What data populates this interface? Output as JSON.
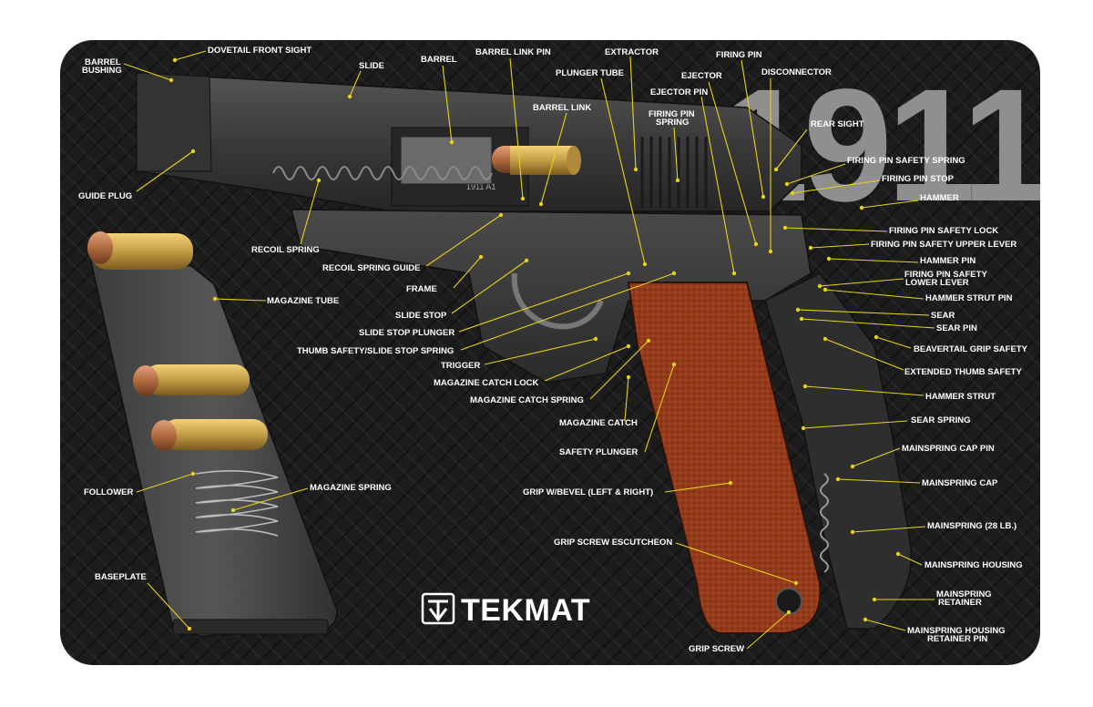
{
  "title": "1911",
  "brand": "TEKMAT",
  "labels": {
    "dovetail_front_sight": "DOVETAIL FRONT SIGHT",
    "barrel_bushing_1": "BARREL",
    "barrel_bushing_2": "BUSHING",
    "slide": "SLIDE",
    "barrel": "BARREL",
    "barrel_link_pin": "BARREL LINK PIN",
    "extractor": "EXTRACTOR",
    "firing_pin": "FIRING PIN",
    "plunger_tube": "PLUNGER TUBE",
    "ejector": "EJECTOR",
    "disconnector": "DISCONNECTOR",
    "ejector_pin": "EJECTOR PIN",
    "barrel_link": "BARREL LINK",
    "firing_pin_spring_1": "FIRING PIN",
    "firing_pin_spring_2": "SPRING",
    "rear_sight": "REAR SIGHT",
    "firing_pin_safety_spring": "FIRING PIN SAFETY SPRING",
    "firing_pin_stop": "FIRING PIN STOP",
    "hammer": "HAMMER",
    "guide_plug": "GUIDE PLUG",
    "firing_pin_safety_lock": "FIRING PIN SAFETY LOCK",
    "firing_pin_safety_upper_lever": "FIRING PIN SAFETY UPPER LEVER",
    "recoil_spring": "RECOIL SPRING",
    "hammer_pin": "HAMMER PIN",
    "recoil_spring_guide": "RECOIL SPRING GUIDE",
    "firing_pin_safety_lower_lever_1": "FIRING PIN SAFETY",
    "firing_pin_safety_lower_lever_2": "LOWER LEVER",
    "frame": "FRAME",
    "magazine_tube": "MAGAZINE TUBE",
    "hammer_strut_pin": "HAMMER STRUT PIN",
    "slide_stop": "SLIDE STOP",
    "sear": "SEAR",
    "slide_stop_plunger": "SLIDE STOP PLUNGER",
    "sear_pin": "SEAR PIN",
    "thumb_safety_slide_stop_spring": "THUMB SAFETY/SLIDE STOP SPRING",
    "beavertail_grip_safety": "BEAVERTAIL GRIP SAFETY",
    "trigger": "TRIGGER",
    "extended_thumb_safety": "EXTENDED THUMB SAFETY",
    "magazine_catch_lock": "MAGAZINE CATCH LOCK",
    "magazine_catch_spring": "MAGAZINE CATCH SPRING",
    "hammer_strut": "HAMMER STRUT",
    "magazine_catch": "MAGAZINE CATCH",
    "sear_spring": "SEAR SPRING",
    "safety_plunger": "SAFETY PLUNGER",
    "mainspring_cap_pin": "MAINSPRING CAP PIN",
    "follower": "FOLLOWER",
    "magazine_spring": "MAGAZINE SPRING",
    "mainspring_cap": "MAINSPRING CAP",
    "grip_w_bevel": "GRIP W/BEVEL (LEFT & RIGHT)",
    "mainspring": "MAINSPRING (28 LB.)",
    "grip_screw_escutcheon": "GRIP SCREW ESCUTCHEON",
    "mainspring_housing": "MAINSPRING HOUSING",
    "baseplate": "BASEPLATE",
    "mainspring_retainer_1": "MAINSPRING",
    "mainspring_retainer_2": "RETAINER",
    "mainspring_housing_retainer_pin_1": "MAINSPRING HOUSING",
    "mainspring_housing_retainer_pin_2": "RETAINER PIN",
    "grip_screw": "GRIP SCREW",
    "slide_engraving": "1911 A1"
  },
  "colors": {
    "leader": "#e6d21c",
    "title": "#8f8f8f",
    "grip": "#8a3416",
    "brass": "#c9a24a"
  }
}
